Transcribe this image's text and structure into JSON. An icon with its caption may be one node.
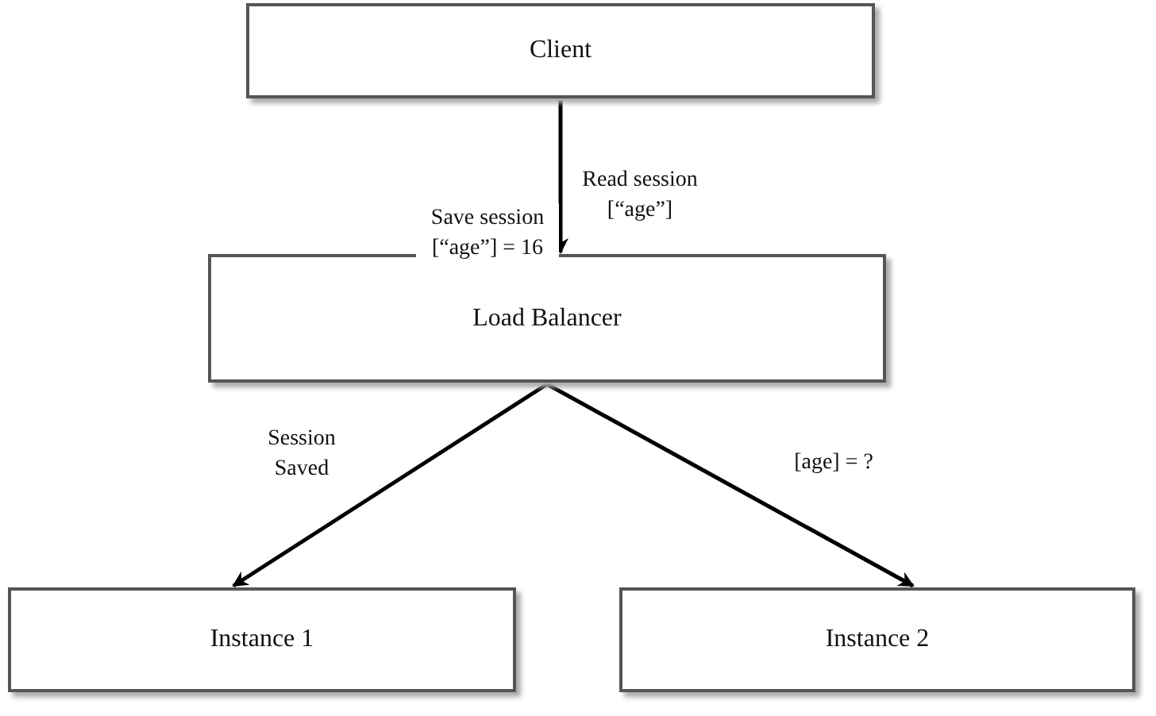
{
  "diagram": {
    "nodes": [
      {
        "text": [
          "Client"
        ]
      },
      {
        "text": [
          "Load Balancer"
        ]
      },
      {
        "text": [
          "Instance 1"
        ]
      },
      {
        "text": [
          "Instance 2"
        ]
      }
    ],
    "edges": [
      {
        "from": 0,
        "to": 1,
        "arrow": "to",
        "label": "Save session [“age”] = 16"
      },
      {
        "from": 1,
        "to": 2,
        "arrow": "to",
        "label": "Session Saved"
      },
      {
        "from": 1,
        "to": 3,
        "arrow": "to",
        "label": "[age] = ?"
      }
    ],
    "labels": [
      "Read session [“age”]"
    ]
  }
}
